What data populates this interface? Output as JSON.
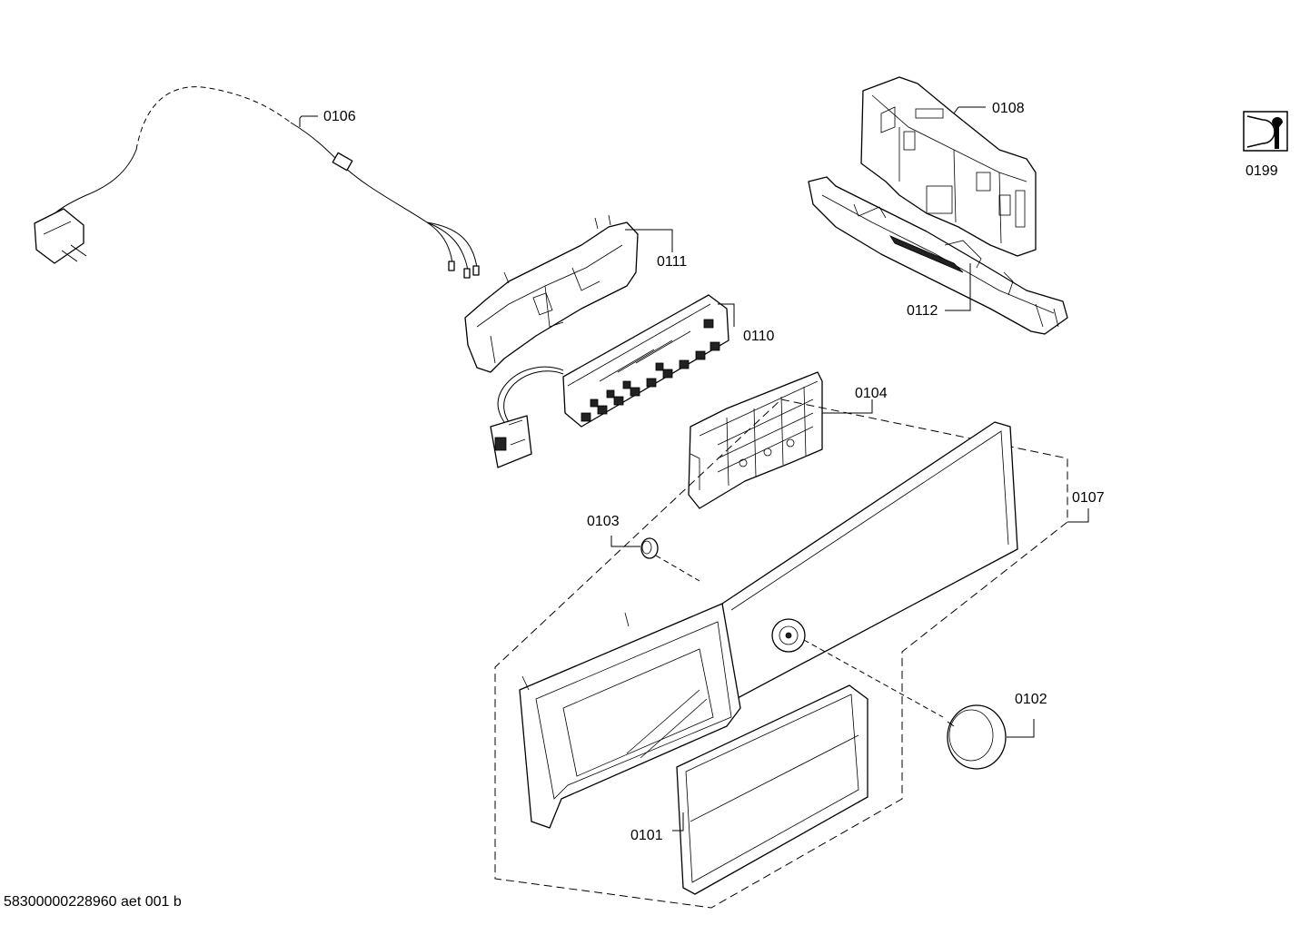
{
  "diagram": {
    "labels": [
      {
        "id": "0106",
        "text": "0106"
      },
      {
        "id": "0108",
        "text": "0108"
      },
      {
        "id": "0199",
        "text": "0199"
      },
      {
        "id": "0111",
        "text": "0111"
      },
      {
        "id": "0110",
        "text": "0110"
      },
      {
        "id": "0112",
        "text": "0112"
      },
      {
        "id": "0104",
        "text": "0104"
      },
      {
        "id": "0107",
        "text": "0107"
      },
      {
        "id": "0103",
        "text": "0103"
      },
      {
        "id": "0102",
        "text": "0102"
      },
      {
        "id": "0101",
        "text": "0101"
      }
    ],
    "footer": "58300000228960 aet 001 b"
  }
}
